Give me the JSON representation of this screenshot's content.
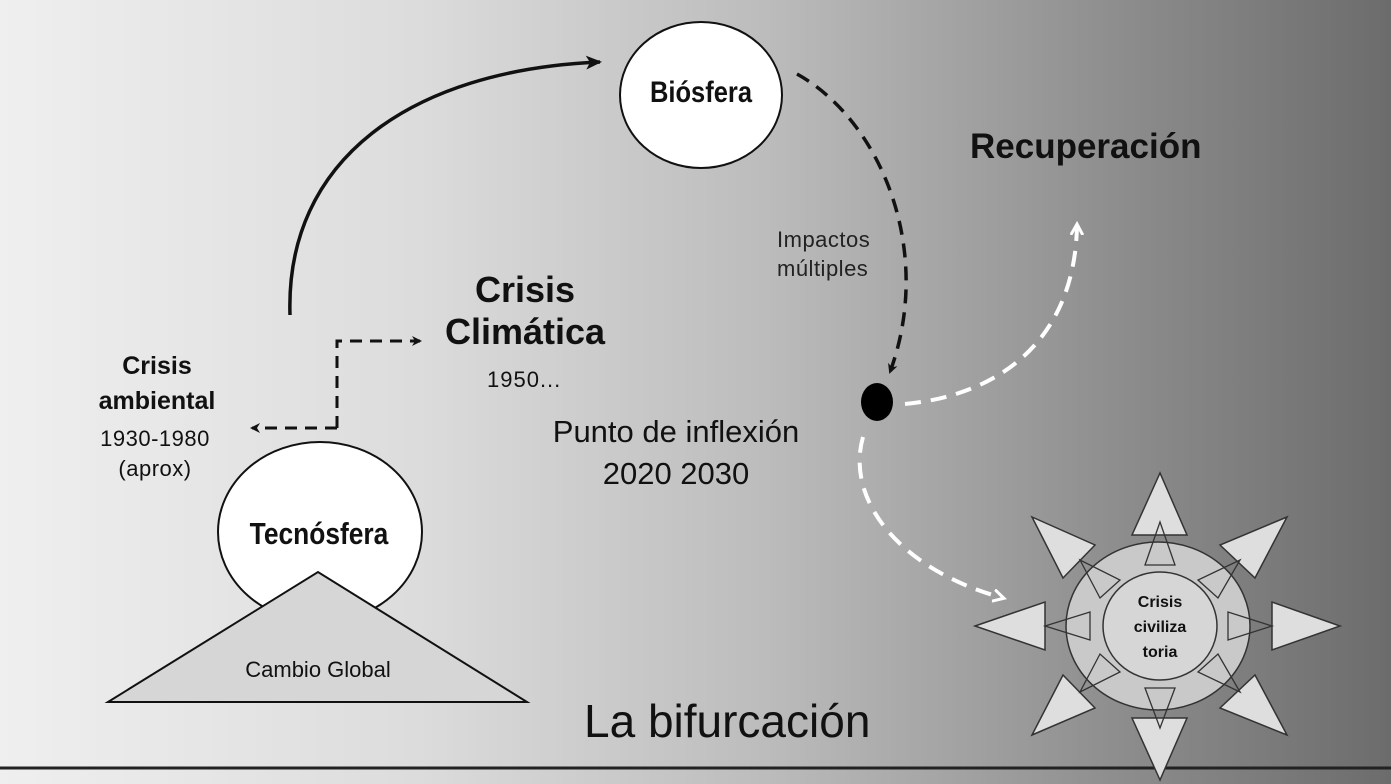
{
  "nodes": {
    "biosfera": "Biósfera",
    "tecnosfera": "Tecnósfera",
    "cambio_global": "Cambio Global",
    "crisis_civilizatoria": [
      "Crisis",
      "civiliza",
      "toria"
    ]
  },
  "labels": {
    "recuperacion": "Recuperación",
    "impactos": [
      "Impactos",
      "múltiples"
    ],
    "crisis_climatica": [
      "Crisis",
      "Climática"
    ],
    "crisis_climatica_year": "1950...",
    "crisis_ambiental": [
      "Crisis",
      "ambiental"
    ],
    "crisis_ambiental_years": [
      "1930-1980",
      "(aprox)"
    ],
    "punto_inflexion": [
      "Punto de inflexión",
      "2020 2030"
    ],
    "title": "La bifurcación"
  }
}
